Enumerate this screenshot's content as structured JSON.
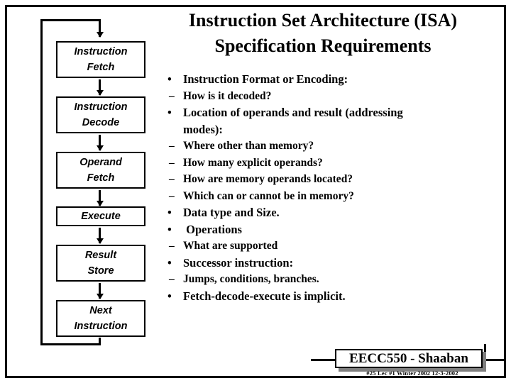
{
  "slide": {
    "title_lines": [
      "Instruction Set Architecture (ISA)",
      "Specification Requirements"
    ]
  },
  "flowchart": {
    "stages": [
      {
        "line1": "Instruction",
        "line2": "Fetch"
      },
      {
        "line1": "Instruction",
        "line2": "Decode"
      },
      {
        "line1": "Operand",
        "line2": "Fetch"
      },
      {
        "line1": "Execute",
        "line2": ""
      },
      {
        "line1": "Result",
        "line2": "Store"
      },
      {
        "line1": "Next",
        "line2": "Instruction"
      }
    ]
  },
  "content": {
    "bullets": [
      {
        "level": 1,
        "mark": "•",
        "text": "Instruction Format or Encoding:"
      },
      {
        "level": 2,
        "mark": "–",
        "text": "How is it decoded?"
      },
      {
        "level": 1,
        "mark": "•",
        "text": "Location of operands and result (addressing"
      },
      {
        "level": 0,
        "mark": "",
        "text": "modes):"
      },
      {
        "level": 2,
        "mark": "–",
        "text": "Where other than memory?"
      },
      {
        "level": 2,
        "mark": "–",
        "text": "How many explicit operands?"
      },
      {
        "level": 2,
        "mark": "–",
        "text": "How are memory operands located?"
      },
      {
        "level": 2,
        "mark": "–",
        "text": "Which can or cannot be in memory?"
      },
      {
        "level": 1,
        "mark": "•",
        "text": "Data type and Size."
      },
      {
        "level": 1,
        "mark": "•",
        "text": " Operations"
      },
      {
        "level": 2,
        "mark": "–",
        "text": "What are supported"
      },
      {
        "level": 1,
        "mark": "•",
        "text": "Successor instruction:"
      },
      {
        "level": 2,
        "mark": "–",
        "text": "Jumps, conditions, branches."
      },
      {
        "level": 1,
        "mark": "•",
        "text": "Fetch-decode-execute is implicit."
      }
    ]
  },
  "footer": {
    "course_label": "EECC550 - Shaaban",
    "fineprint": "#25   Lec #1 Winter 2002  12-3-2002"
  },
  "colors": {
    "ink": "#000000",
    "paper": "#ffffff",
    "shadow": "#808080"
  }
}
